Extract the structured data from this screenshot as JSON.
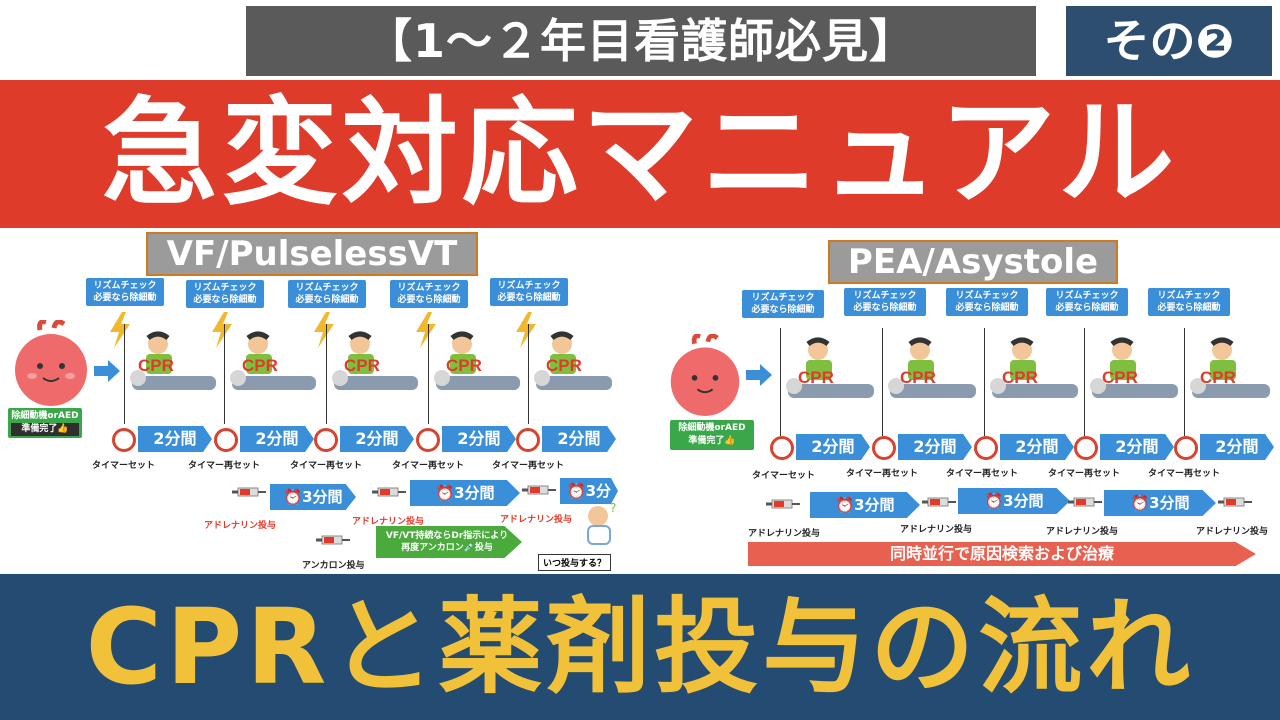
{
  "header": {
    "tag": "【1～２年目看護師必見】",
    "part": "その❷",
    "title": "急変対応マニュアル",
    "bottom_title": "CPRと薬剤投与の流れ"
  },
  "left": {
    "label": "VF/PulselessVT",
    "rhythm_check": [
      "リズムチェック",
      "必要なら除細動"
    ],
    "cpr": "CPR",
    "aed_ready": [
      "除細動機orAED",
      "準備完了👍"
    ],
    "timer_2min": "2分間",
    "timer_set": "タイマーセット",
    "timer_reset": "タイマー再セット",
    "timer_3min": "3分間",
    "timer_3min_short": "3分",
    "adrenaline": "アドレナリン投与",
    "amiodarone": "アンカロン投与",
    "vfvt_note": [
      "VF/VT持続ならDr指示により",
      "再度アンカロン💉投与"
    ],
    "question": "いつ投与する？"
  },
  "right": {
    "label": "PEA/Asystole",
    "rhythm_check": [
      "リズムチェック",
      "必要なら除細動"
    ],
    "cpr": "CPR",
    "aed_ready": [
      "除細動機orAED",
      "準備完了👍"
    ],
    "timer_2min": "2分間",
    "timer_set": "タイマーセット",
    "timer_reset": "タイマー再セット",
    "timer_3min": "3分間",
    "adrenaline": "アドレナリン投与",
    "parallel": "同時並行で原因検索および治療"
  },
  "colors": {
    "title_red": "#df3b2b",
    "bottom_navy": "#244b72",
    "bottom_text_yellow": "#f2c13a",
    "arrow_blue": "#3a8fd8"
  }
}
